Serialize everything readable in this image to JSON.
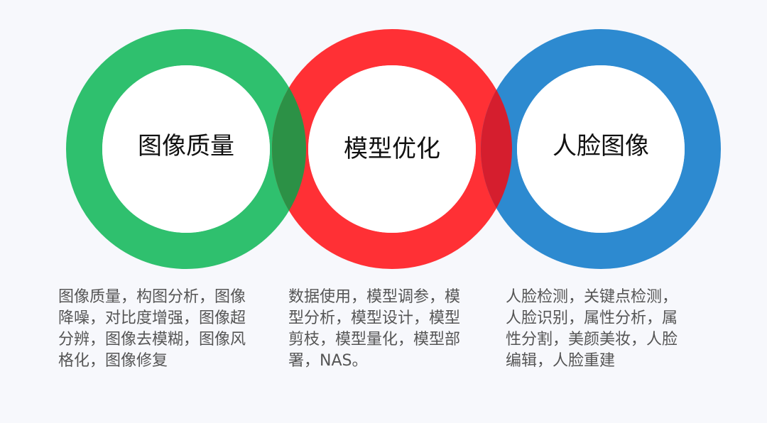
{
  "colors": {
    "background": "#f7f8fc",
    "green": "#2fc06e",
    "red": "#ff3035",
    "blue": "#2d8ad0",
    "overlap_green_red": "#2c9146",
    "overlap_red_blue": "#d51e2e"
  },
  "circles": [
    {
      "key": "image_quality",
      "title": "图像质量",
      "color": "green",
      "description": [
        "图像质量，构图分析，图像",
        "降噪，对比度增强，图像超",
        "分辨，图像去模糊，图像风",
        "格化，图像修复"
      ]
    },
    {
      "key": "model_optimization",
      "title": "模型优化",
      "color": "red",
      "description": [
        "数据使用，模型调参，模",
        "型分析，模型设计，模型",
        "剪枝，模型量化，模型部",
        "署，NAS。"
      ]
    },
    {
      "key": "face_image",
      "title": "人脸图像",
      "color": "blue",
      "description": [
        "人脸检测，关键点检测，",
        "人脸识别，属性分析，属",
        "性分割，美颜美妆，人脸",
        "编辑，人脸重建"
      ]
    }
  ]
}
